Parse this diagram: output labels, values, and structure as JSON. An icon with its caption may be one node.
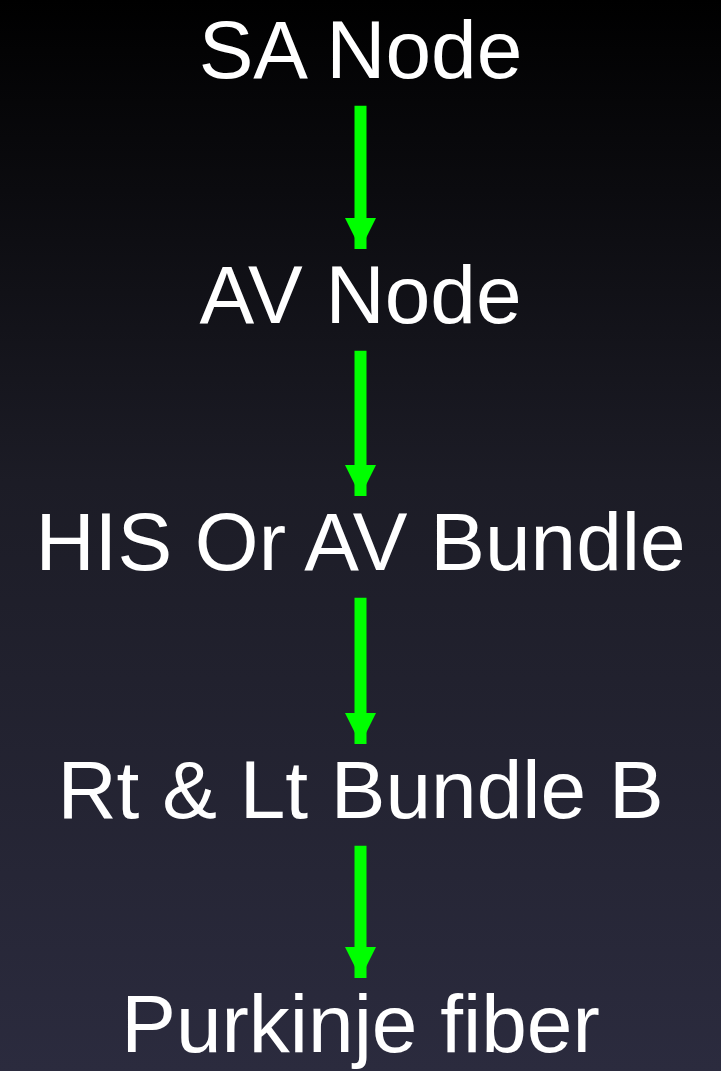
{
  "diagram": {
    "nodes": [
      {
        "text": [
          "SA Node"
        ]
      },
      {
        "text": [
          "AV Node"
        ]
      },
      {
        "text": [
          "HIS Or AV Bundle"
        ]
      },
      {
        "text": [
          "Rt & Lt Bundle B"
        ]
      },
      {
        "text": [
          "Purkinje fiber"
        ]
      }
    ],
    "edges": [
      {
        "from": 0,
        "to": 1,
        "arrow": "to"
      },
      {
        "from": 1,
        "to": 2,
        "arrow": "to"
      },
      {
        "from": 2,
        "to": 3,
        "arrow": "to"
      },
      {
        "from": 3,
        "to": 4,
        "arrow": "to"
      }
    ]
  }
}
